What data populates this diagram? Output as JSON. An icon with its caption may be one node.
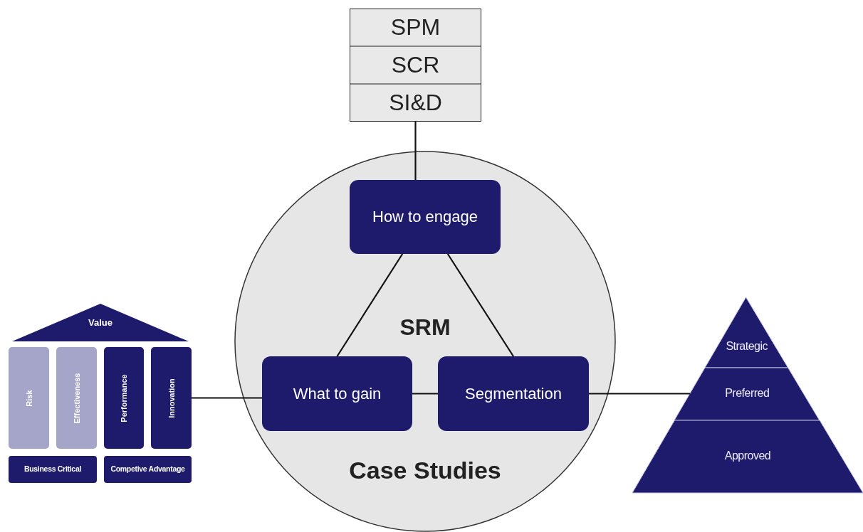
{
  "diagram": {
    "nodes": [
      {
        "text": [
          "SPM",
          "SCR",
          "SI&D"
        ]
      },
      {
        "text": [
          "SRM",
          "Case Studies"
        ]
      },
      {
        "text": [
          "How to engage"
        ],
        "in": 1
      },
      {
        "text": [
          "What to gain"
        ],
        "in": 1
      },
      {
        "text": [
          "Segmentation"
        ],
        "in": 1
      },
      {
        "text": [
          "Value"
        ]
      },
      {
        "text": [
          "Risk"
        ]
      },
      {
        "text": [
          "Effectiveness"
        ]
      },
      {
        "text": [
          "Performance"
        ]
      },
      {
        "text": [
          "Innovation"
        ]
      },
      {
        "text": [
          "Business Critical"
        ]
      },
      {
        "text": [
          "Competive Advantage"
        ]
      },
      {
        "text": [
          "Strategic"
        ]
      },
      {
        "text": [
          "Preferred"
        ]
      },
      {
        "text": [
          "Approved"
        ]
      }
    ],
    "edges": [
      {
        "from": 0,
        "to": 2,
        "arrow": "none"
      },
      {
        "from": 2,
        "to": 3,
        "arrow": "none"
      },
      {
        "from": 2,
        "to": 4,
        "arrow": "none"
      },
      {
        "from": 3,
        "to": 4,
        "arrow": "none"
      },
      {
        "from": 9,
        "to": 3,
        "arrow": "none"
      },
      {
        "from": 4,
        "to": 13,
        "arrow": "none"
      }
    ]
  }
}
